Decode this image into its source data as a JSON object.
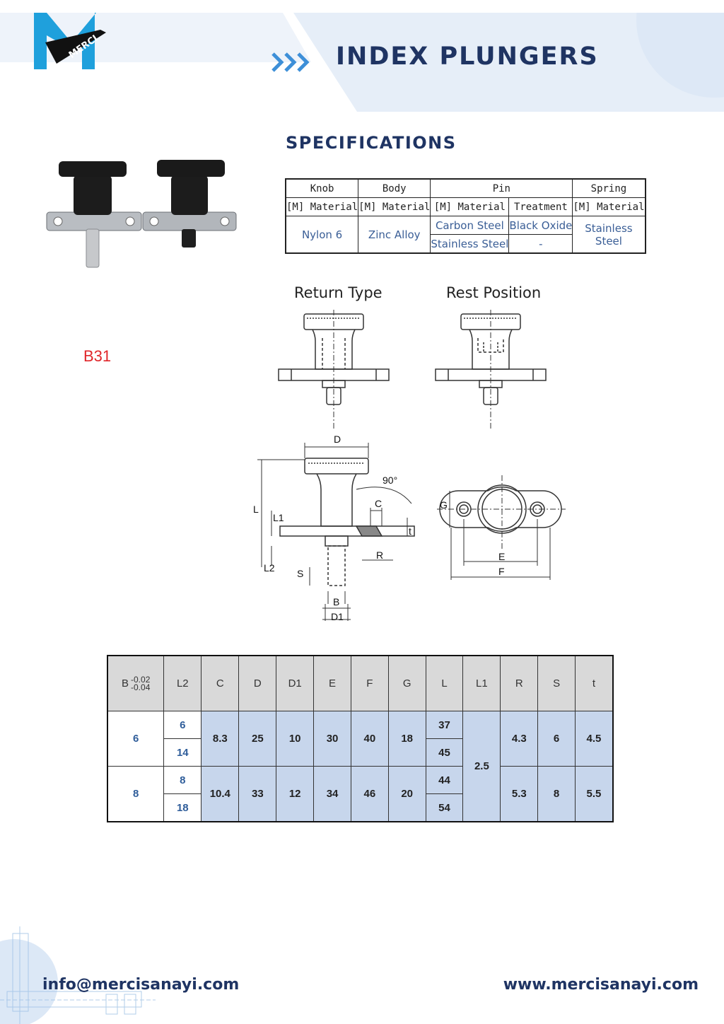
{
  "header": {
    "brand": "MERCI",
    "title": "INDEX PLUNGERS",
    "colors": {
      "accent": "#1f3463",
      "light": "#dde9f7",
      "logo_blue": "#1fa0dc"
    }
  },
  "product_code": "B31",
  "specifications": {
    "title": "SPECIFICATIONS",
    "group_headers": {
      "knob": "Knob",
      "body": "Body",
      "pin": "Pin",
      "spring": "Spring"
    },
    "sub_headers": {
      "knob_material": "[M] Material",
      "body_material": "[M] Material",
      "pin_material": "[M] Material",
      "pin_treatment": "Treatment",
      "spring_material": "[M] Material"
    },
    "values": {
      "knob": "Nylon 6",
      "body": "Zinc Alloy",
      "pin_material_1": "Carbon Steel",
      "pin_treatment_1": "Black Oxide",
      "pin_material_2": "Stainless Steel",
      "pin_treatment_2": "-",
      "spring": "Stainless Steel"
    }
  },
  "diagrams": {
    "return_type": "Return Type",
    "rest_position": "Rest Position",
    "labels": {
      "D": "D",
      "angle": "90°",
      "L": "L",
      "L1": "L1",
      "C": "C",
      "t": "t",
      "R": "R",
      "L2": "L2",
      "S": "S",
      "B": "B",
      "D1": "D1",
      "G": "G",
      "E": "E",
      "F": "F"
    }
  },
  "dimensions": {
    "headers": {
      "B": "B",
      "B_tol_upper": "-0.02",
      "B_tol_lower": "-0.04",
      "L2": "L2",
      "C": "C",
      "D": "D",
      "D1": "D1",
      "E": "E",
      "F": "F",
      "G": "G",
      "L": "L",
      "L1": "L1",
      "R": "R",
      "S": "S",
      "t": "t"
    },
    "groups": [
      {
        "B": "6",
        "L2": [
          "6",
          "14"
        ],
        "C": "8.3",
        "D": "25",
        "D1": "10",
        "E": "30",
        "F": "40",
        "G": "18",
        "L": [
          "37",
          "45"
        ],
        "R": "4.3",
        "S": "6",
        "t": "4.5"
      },
      {
        "B": "8",
        "L2": [
          "8",
          "18"
        ],
        "C": "10.4",
        "D": "33",
        "D1": "12",
        "E": "34",
        "F": "46",
        "G": "20",
        "L": [
          "44",
          "54"
        ],
        "R": "5.3",
        "S": "8",
        "t": "5.5"
      }
    ],
    "L1": "2.5"
  },
  "footer": {
    "email": "info@mercisanayi.com",
    "website": "www.mercisanayi.com"
  }
}
